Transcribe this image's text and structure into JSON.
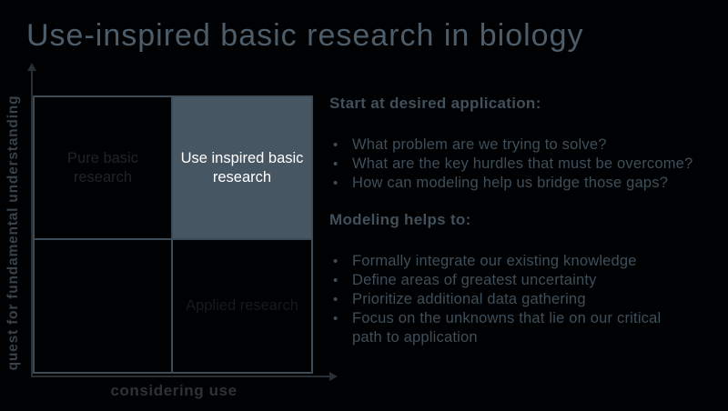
{
  "slide": {
    "title": "Use-inspired basic research in biology"
  },
  "diagram": {
    "y_axis_label": "quest for fundamental understanding",
    "x_axis_label": "considering use",
    "quadrants": {
      "top_left": "Pure basic research",
      "top_right": "Use inspired basic research",
      "bottom_left": "",
      "bottom_right": "Applied research"
    }
  },
  "content": {
    "sections": [
      {
        "heading": "Start at desired application:",
        "bullets": [
          "What problem are we trying to solve?",
          "What are the key hurdles that must be overcome?",
          "How can modeling help us bridge those gaps?"
        ]
      },
      {
        "heading": "Modeling helps to:",
        "bullets": [
          "Formally integrate our existing knowledge",
          "Define areas of greatest uncertainty",
          "Prioritize additional data gathering",
          "Focus on the unknowns that lie on our critical path to application"
        ]
      }
    ]
  },
  "colors": {
    "background": "#000102",
    "title_text": "#4d5d69",
    "highlight_quadrant_fill": "#475663",
    "highlight_quadrant_text": "#ffffff",
    "grid_border": "#3d4b56",
    "axis_line": "#272e34",
    "body_text": "#3f4f5a",
    "dim_quadrant_text": "#1f242a"
  }
}
